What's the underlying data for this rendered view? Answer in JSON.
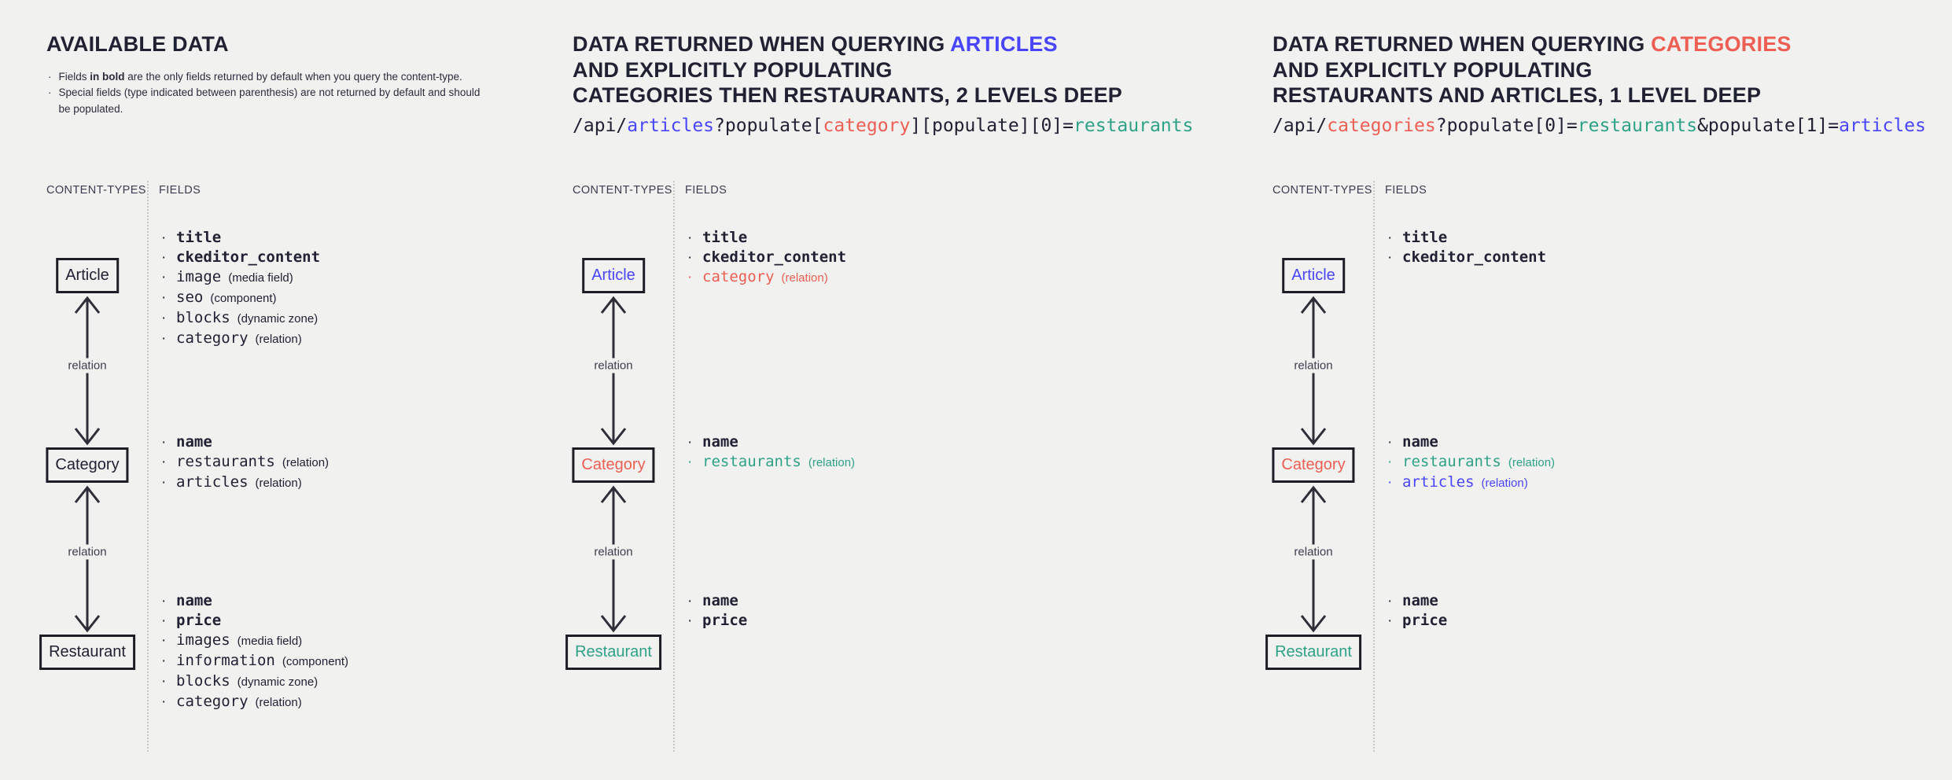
{
  "colors": {
    "background": "#f1f1f0",
    "dark": "#212134",
    "blue": "#4945ff",
    "red": "#ee5e52",
    "teal": "#2da287",
    "box_border": "#1d1d26",
    "muted": "#3c3c4e"
  },
  "columns": [
    {
      "title_lines": [
        [
          {
            "t": "AVAILABLE DATA",
            "c": "#212134"
          }
        ]
      ],
      "notes": [
        {
          "pre": "Fields ",
          "bold": "in bold",
          "post": " are the only fields returned by default when you query the content-type."
        },
        {
          "pre": "Special fields (type indicated between parenthesis) are not returned by default and should be populated.",
          "bold": "",
          "post": ""
        }
      ],
      "left_header": "CONTENT-TYPES",
      "right_header": "FIELDS",
      "relation_top": "relation",
      "relation_bottom": "relation",
      "rows": [
        {
          "box_label": "Article",
          "box_color": "#212134",
          "fields": [
            {
              "name": "title",
              "bold": true,
              "color": "#212134",
              "type": ""
            },
            {
              "name": "ckeditor_content",
              "bold": true,
              "color": "#212134",
              "type": ""
            },
            {
              "name": "image",
              "bold": false,
              "color": "#212134",
              "type": "(media field)"
            },
            {
              "name": "seo",
              "bold": false,
              "color": "#212134",
              "type": "(component)"
            },
            {
              "name": "blocks",
              "bold": false,
              "color": "#212134",
              "type": "(dynamic zone)"
            },
            {
              "name": "category",
              "bold": false,
              "color": "#212134",
              "type": "(relation)"
            }
          ]
        },
        {
          "box_label": "Category",
          "box_color": "#212134",
          "fields": [
            {
              "name": "name",
              "bold": true,
              "color": "#212134",
              "type": ""
            },
            {
              "name": "restaurants",
              "bold": false,
              "color": "#212134",
              "type": "(relation)"
            },
            {
              "name": "articles",
              "bold": false,
              "color": "#212134",
              "type": "(relation)"
            }
          ]
        },
        {
          "box_label": "Restaurant",
          "box_color": "#212134",
          "fields": [
            {
              "name": "name",
              "bold": true,
              "color": "#212134",
              "type": ""
            },
            {
              "name": "price",
              "bold": true,
              "color": "#212134",
              "type": ""
            },
            {
              "name": "images",
              "bold": false,
              "color": "#212134",
              "type": "(media field)"
            },
            {
              "name": "information",
              "bold": false,
              "color": "#212134",
              "type": "(component)"
            },
            {
              "name": "blocks",
              "bold": false,
              "color": "#212134",
              "type": "(dynamic zone)"
            },
            {
              "name": "category",
              "bold": false,
              "color": "#212134",
              "type": "(relation)"
            }
          ]
        }
      ]
    },
    {
      "title_lines": [
        [
          {
            "t": "DATA RETURNED WHEN QUERYING ",
            "c": "#212134"
          },
          {
            "t": "ARTICLES",
            "c": "#4945ff"
          }
        ],
        [
          {
            "t": "AND EXPLICITLY POPULATING",
            "c": "#212134"
          }
        ],
        [
          {
            "t": "CATEGORIES THEN RESTAURANTS, 2 LEVELS DEEP",
            "c": "#212134"
          }
        ]
      ],
      "api": [
        {
          "t": "/api/",
          "c": "#212134"
        },
        {
          "t": "articles",
          "c": "#4945ff"
        },
        {
          "t": "?populate[",
          "c": "#212134"
        },
        {
          "t": "category",
          "c": "#ee5e52"
        },
        {
          "t": "][populate][0]=",
          "c": "#212134"
        },
        {
          "t": "restaurants",
          "c": "#2da287"
        }
      ],
      "left_header": "CONTENT-TYPES",
      "right_header": "FIELDS",
      "relation_top": "relation",
      "relation_bottom": "relation",
      "rows": [
        {
          "box_label": "Article",
          "box_color": "#4945ff",
          "fields": [
            {
              "name": "title",
              "bold": true,
              "color": "#212134",
              "type": ""
            },
            {
              "name": "ckeditor_content",
              "bold": true,
              "color": "#212134",
              "type": ""
            },
            {
              "name": "category",
              "bold": false,
              "color": "#ee5e52",
              "type": "(relation)"
            }
          ]
        },
        {
          "box_label": "Category",
          "box_color": "#ee5e52",
          "fields": [
            {
              "name": "name",
              "bold": true,
              "color": "#212134",
              "type": ""
            },
            {
              "name": "restaurants",
              "bold": false,
              "color": "#2da287",
              "type": "(relation)"
            }
          ]
        },
        {
          "box_label": "Restaurant",
          "box_color": "#2da287",
          "fields": [
            {
              "name": "name",
              "bold": true,
              "color": "#212134",
              "type": ""
            },
            {
              "name": "price",
              "bold": true,
              "color": "#212134",
              "type": ""
            }
          ]
        }
      ]
    },
    {
      "title_lines": [
        [
          {
            "t": "DATA RETURNED WHEN QUERYING ",
            "c": "#212134"
          },
          {
            "t": "CATEGORIES",
            "c": "#ee5e52"
          }
        ],
        [
          {
            "t": "AND EXPLICITLY POPULATING",
            "c": "#212134"
          }
        ],
        [
          {
            "t": "RESTAURANTS AND ARTICLES, 1 LEVEL DEEP",
            "c": "#212134"
          }
        ]
      ],
      "api": [
        {
          "t": "/api/",
          "c": "#212134"
        },
        {
          "t": "categories",
          "c": "#ee5e52"
        },
        {
          "t": "?populate[0]=",
          "c": "#212134"
        },
        {
          "t": "restaurants",
          "c": "#2da287"
        },
        {
          "t": "&populate[1]=",
          "c": "#212134"
        },
        {
          "t": "articles",
          "c": "#4945ff"
        }
      ],
      "left_header": "CONTENT-TYPES",
      "right_header": "FIELDS",
      "relation_top": "relation",
      "relation_bottom": "relation",
      "rows": [
        {
          "box_label": "Article",
          "box_color": "#4945ff",
          "fields": [
            {
              "name": "title",
              "bold": true,
              "color": "#212134",
              "type": ""
            },
            {
              "name": "ckeditor_content",
              "bold": true,
              "color": "#212134",
              "type": ""
            }
          ]
        },
        {
          "box_label": "Category",
          "box_color": "#ee5e52",
          "fields": [
            {
              "name": "name",
              "bold": true,
              "color": "#212134",
              "type": ""
            },
            {
              "name": "restaurants",
              "bold": false,
              "color": "#2da287",
              "type": "(relation)"
            },
            {
              "name": "articles",
              "bold": false,
              "color": "#4945ff",
              "type": "(relation)"
            }
          ]
        },
        {
          "box_label": "Restaurant",
          "box_color": "#2da287",
          "fields": [
            {
              "name": "name",
              "bold": true,
              "color": "#212134",
              "type": ""
            },
            {
              "name": "price",
              "bold": true,
              "color": "#212134",
              "type": ""
            }
          ]
        }
      ]
    }
  ]
}
